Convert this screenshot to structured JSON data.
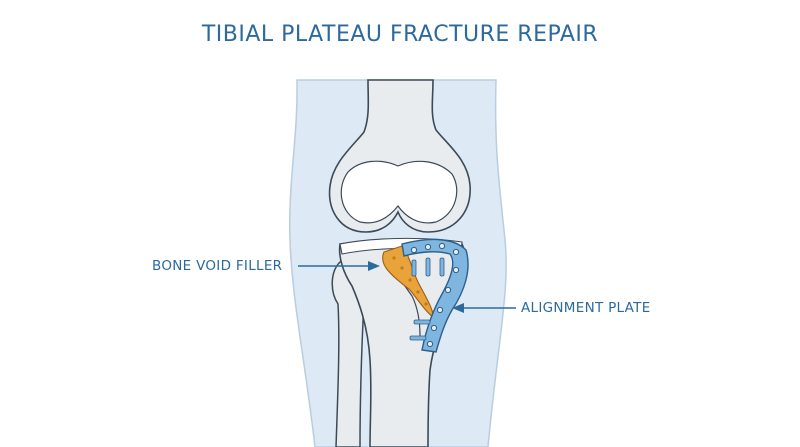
{
  "title": "TIBIAL PLATEAU FRACTURE REPAIR",
  "labels": {
    "bone_void_filler": "BONE VOID FILLER",
    "alignment_plate": "ALIGNMENT PLATE"
  },
  "colors": {
    "title_text": "#2c6a9e",
    "leg_tissue": "#dde9f4",
    "bone_fill": "#e9ecee",
    "cartilage": "#ffffff",
    "outline": "#3c4a58",
    "filler": "#e8a33a",
    "plate": "#7fb6e0",
    "arrow": "#2c6a9e"
  }
}
